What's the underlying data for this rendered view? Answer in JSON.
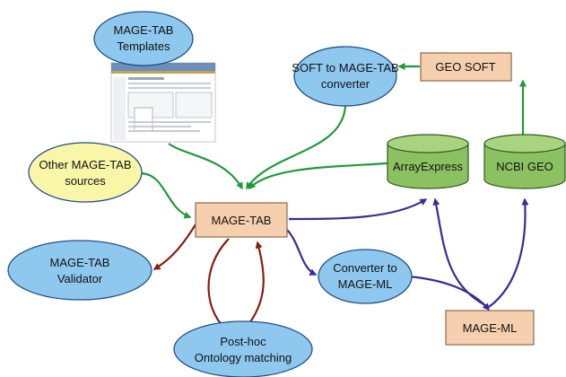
{
  "colors": {
    "ellipse_blue": "#8ec8ee",
    "ellipse_yellow": "#f9f6a8",
    "box_peach": "#f6cfae",
    "database_green": "#8cc161",
    "arrow_green": "#1f9a3b",
    "arrow_red": "#8b1b10",
    "arrow_purple": "#3a2b99"
  },
  "nodes": {
    "mage_tab_templates": [
      "MAGE-TAB",
      "Templates"
    ],
    "soft_converter": [
      "SOFT to MAGE-TAB",
      "converter"
    ],
    "geo_soft": [
      "GEO SOFT"
    ],
    "other_sources": [
      "Other MAGE-TAB",
      "sources"
    ],
    "mage_tab": [
      "MAGE-TAB"
    ],
    "arrayexpress": [
      "ArrayExpress"
    ],
    "ncbi_geo": [
      "NCBI GEO"
    ],
    "validator": [
      "MAGE-TAB",
      "Validator"
    ],
    "converter_mage_ml": [
      "Converter to",
      "MAGE-ML"
    ],
    "mage_ml": [
      "MAGE-ML"
    ],
    "ontology_matching": [
      "Post-hoc",
      "Ontology matching"
    ]
  },
  "thumbnail": {
    "icon": "spreadsheet-template-screenshot"
  }
}
